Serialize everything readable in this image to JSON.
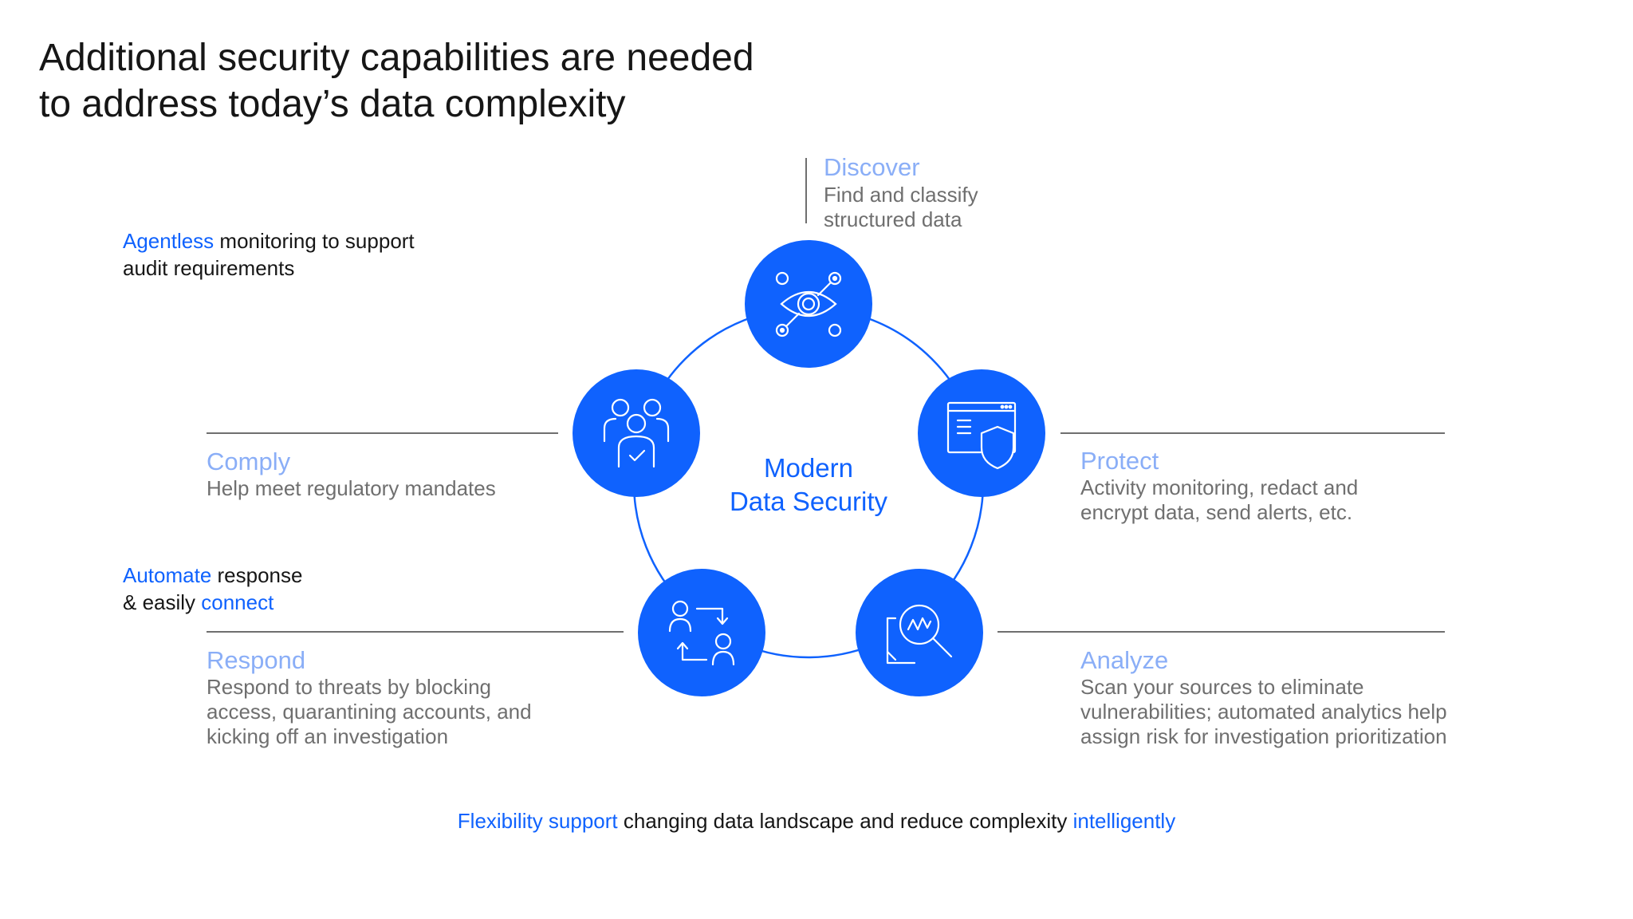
{
  "title": {
    "line1": "Additional security capabilities are needed",
    "line2": "to address today’s data complexity"
  },
  "notes": {
    "agentless": {
      "highlight": "Agentless",
      "rest": " monitoring to support",
      "line2": "audit requirements"
    },
    "automate": {
      "highlight": "Automate",
      "rest": " response",
      "line2_prefix": "& easily ",
      "line2_highlight": "connect"
    }
  },
  "center": {
    "line1": "Modern",
    "line2": "Data Security"
  },
  "capabilities": {
    "discover": {
      "title": "Discover",
      "desc": [
        "Find and classify",
        "structured data"
      ],
      "icon": "eye-network-icon"
    },
    "protect": {
      "title": "Protect",
      "desc": [
        "Activity monitoring, redact and",
        "encrypt data, send alerts, etc."
      ],
      "icon": "browser-shield-icon"
    },
    "analyze": {
      "title": "Analyze",
      "desc": [
        "Scan your sources to eliminate",
        "vulnerabilities; automated analytics help",
        "assign risk for investigation prioritization"
      ],
      "icon": "document-magnifier-icon"
    },
    "respond": {
      "title": "Respond",
      "desc": [
        "Respond to threats by blocking",
        "access, quarantining accounts, and",
        "kicking off an investigation"
      ],
      "icon": "user-exchange-icon"
    },
    "comply": {
      "title": "Comply",
      "desc": [
        "Help meet regulatory mandates"
      ],
      "icon": "user-group-check-icon"
    }
  },
  "footer": {
    "highlight1": "Flexibility support",
    "middle": " changing data landscape and reduce complexity ",
    "highlight2": "intelligently"
  },
  "colors": {
    "accent": "#0f62fe",
    "capability_title": "#8aaef7",
    "muted_text": "#6f6f6f",
    "text": "#161616"
  }
}
